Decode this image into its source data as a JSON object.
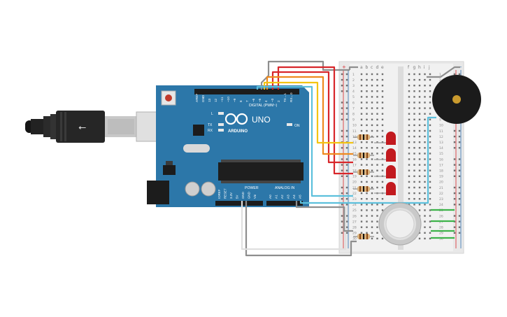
{
  "board": {
    "brand": "ARDUINO",
    "model": "UNO",
    "digital_label": "DIGITAL (PWM~)",
    "analog_label": "ANALOG IN",
    "power_label": "POWER",
    "on_label": "ON",
    "led_l": "L",
    "led_tx": "TX",
    "led_rx": "RX",
    "top_pins": [
      "AREF",
      "GND",
      "13",
      "12",
      "~11",
      "~10",
      "~9",
      "8",
      "7",
      "~6",
      "~5",
      "4",
      "~3",
      "2",
      "TX→1",
      "RX←0"
    ],
    "power_pins": [
      "IOREF",
      "RESET",
      "3.3V",
      "5V",
      "GND",
      "GND",
      "Vin"
    ],
    "analog_pins": [
      "A0",
      "A1",
      "A2",
      "A3",
      "A4",
      "A5"
    ]
  },
  "breadboard": {
    "cols_left": [
      "a",
      "b",
      "c",
      "d",
      "e"
    ],
    "cols_right": [
      "f",
      "g",
      "h",
      "i",
      "j"
    ],
    "rows": [
      "1",
      "2",
      "3",
      "4",
      "5",
      "6",
      "7",
      "8",
      "9",
      "10",
      "11",
      "12",
      "13",
      "14",
      "15",
      "16",
      "17",
      "18",
      "19",
      "20",
      "21",
      "22",
      "23",
      "24",
      "25",
      "26",
      "27",
      "28",
      "29",
      "30"
    ],
    "rail_plus": "+",
    "rail_minus": "−"
  },
  "colors": {
    "board": "#2c77a9",
    "wire_red": "#d8262a",
    "wire_orange": "#ee8a1f",
    "wire_yellow": "#f3c412",
    "wire_gray": "#8e8e8e",
    "wire_blue": "#5cc0dc",
    "wire_green": "#3db34a",
    "led_red": "#c21a1f"
  }
}
